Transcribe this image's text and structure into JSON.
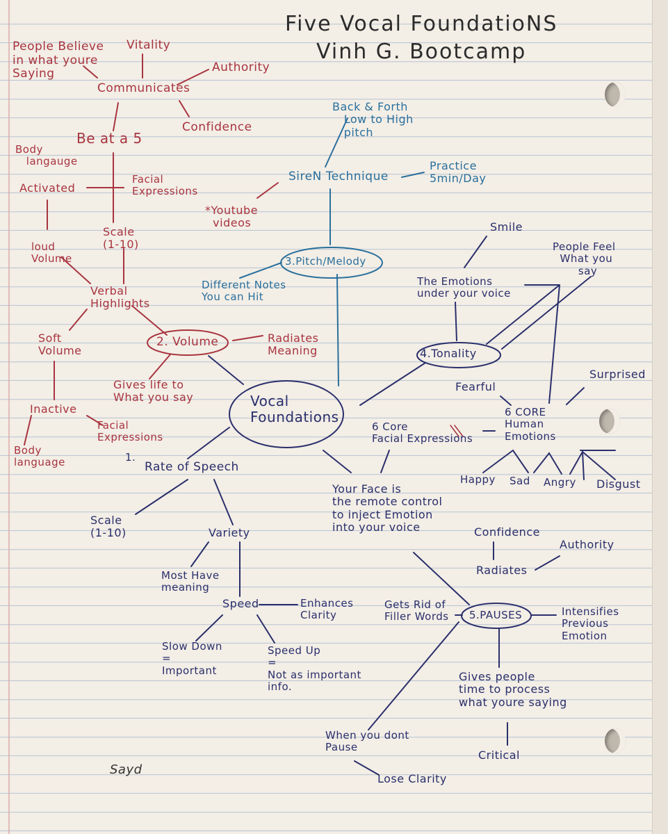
{
  "title": {
    "line1": "Five Vocal FoundatioNS",
    "line2": "Vinh G. Bootcamp"
  },
  "signature": "Sayd",
  "nodes": {
    "center": "Vocal\nFoundations",
    "rate": "Rate of Speech",
    "rate_num": "1.",
    "volume": "2. Volume",
    "pitch": "3.Pitch/Melody",
    "tonality": "4.Tonality",
    "pauses": "5.PAUSES"
  },
  "labels": {
    "people_believe": "People Believe\nin what youre\nSaying",
    "vitality": "Vitality",
    "authority_top": "Authority",
    "communicates": "Communicates",
    "confidence_top": "Confidence",
    "be_at_5": "Be at a 5",
    "body_language_top": "Body\n   langauge",
    "activated": "Activated",
    "facial_expr_top": "Facial\nExpressions",
    "scale_top": "Scale\n(1-10)",
    "loud_volume": "loud\nVolume",
    "verbal_highlights": "Verbal\nHighlights",
    "soft_volume": "Soft\nVolume",
    "radiates_meaning": "Radiates\nMeaning",
    "gives_life": "Gives life to\nWhat you say",
    "inactive": "Inactive",
    "facial_expr_bottom": "Facial\nExpressions",
    "body_language_bottom": "Body\nlanguage",
    "back_forth": "Back & Forth\n   Low to High\n   pitch",
    "siren": "SireN Technique",
    "practice": "Practice\n5min/Day",
    "youtube": "*Youtube\n  videos",
    "different_notes": "Different Notes\nYou can Hit",
    "smile": "Smile",
    "people_feel": "People Feel\n  What you\n       say",
    "emotions_under": "The Emotions\nunder your voice",
    "surprised": "Surprised",
    "fearful": "Fearful",
    "six_core": "6 CORE\nHuman\nEmotions",
    "six_core_facial": "6 Core\nFacial Expressions",
    "happy": "Happy",
    "sad": "Sad",
    "angry": "Angry",
    "disgust": "Disgust",
    "your_face": "Your Face is\nthe remote control\nto inject Emotion\ninto your voice",
    "scale_bottom": "Scale\n(1-10)",
    "variety": "Variety",
    "most_have_meaning": "Most Have\nmeaning",
    "speed": "Speed",
    "enhances_clarity": "Enhances\nClarity",
    "slow_down": "Slow Down\n=\nImportant",
    "speed_up": "Speed Up\n=\nNot as important\ninfo.",
    "confidence_bottom": "Confidence",
    "authority_bottom": "Authority",
    "radiates": "Radiates",
    "gets_rid": "Gets Rid of\nFiller Words",
    "intensifies": "Intensifies\nPrevious\nEmotion",
    "gives_people_time": "Gives people\ntime to process\nwhat youre saying",
    "when_dont_pause": "When you dont\nPause",
    "critical": "Critical",
    "lose_clarity": "Lose Clarity"
  },
  "colors": {
    "red_ink": "#a8343f",
    "blue_ink": "#2a6f9c",
    "navy_ink": "#2a2f6b",
    "paper": "#f3eee6",
    "rule": "#b9c6d4"
  }
}
